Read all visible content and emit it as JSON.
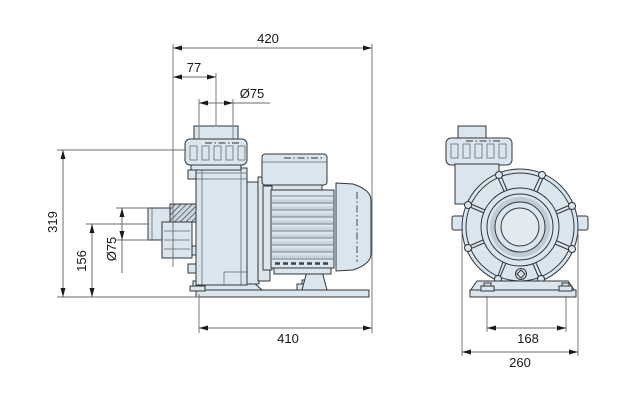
{
  "colors": {
    "background": "#ffffff",
    "body_fill": "#dbe5ee",
    "body_shade": "#c7d3dd",
    "outline": "#30363b",
    "dimension_line": "#6b6b6b",
    "text": "#15181a"
  },
  "dimensions": {
    "overall_length": "420",
    "port_offset": "77",
    "top_port_diameter": "Ø75",
    "overall_height": "319",
    "inlet_height": "156",
    "inlet_diameter": "Ø75",
    "base_length": "410",
    "foot_hole_spacing": "168",
    "front_width": "260"
  }
}
